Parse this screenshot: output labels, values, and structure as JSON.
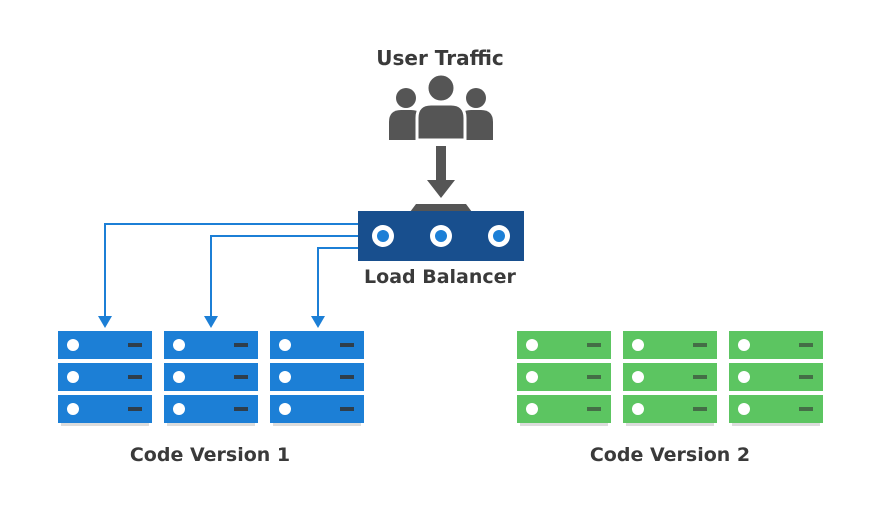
{
  "diagram": {
    "title": "User Traffic",
    "load_balancer": {
      "label": "Load Balancer"
    },
    "groups": [
      {
        "label": "Code Version 1",
        "color": "#1c7fd6",
        "servers": 3,
        "receives_traffic": true
      },
      {
        "label": "Code Version 2",
        "color": "#5cc561",
        "servers": 3,
        "receives_traffic": false
      }
    ],
    "colors": {
      "icon_gray": "#555555",
      "load_balancer": "#184f8e",
      "arrow_blue": "#1c7fd6",
      "text": "#3a3a3a"
    },
    "icons": {
      "users": "users-icon",
      "load_balancer": "load-balancer-icon",
      "server": "server-rack-icon"
    }
  }
}
